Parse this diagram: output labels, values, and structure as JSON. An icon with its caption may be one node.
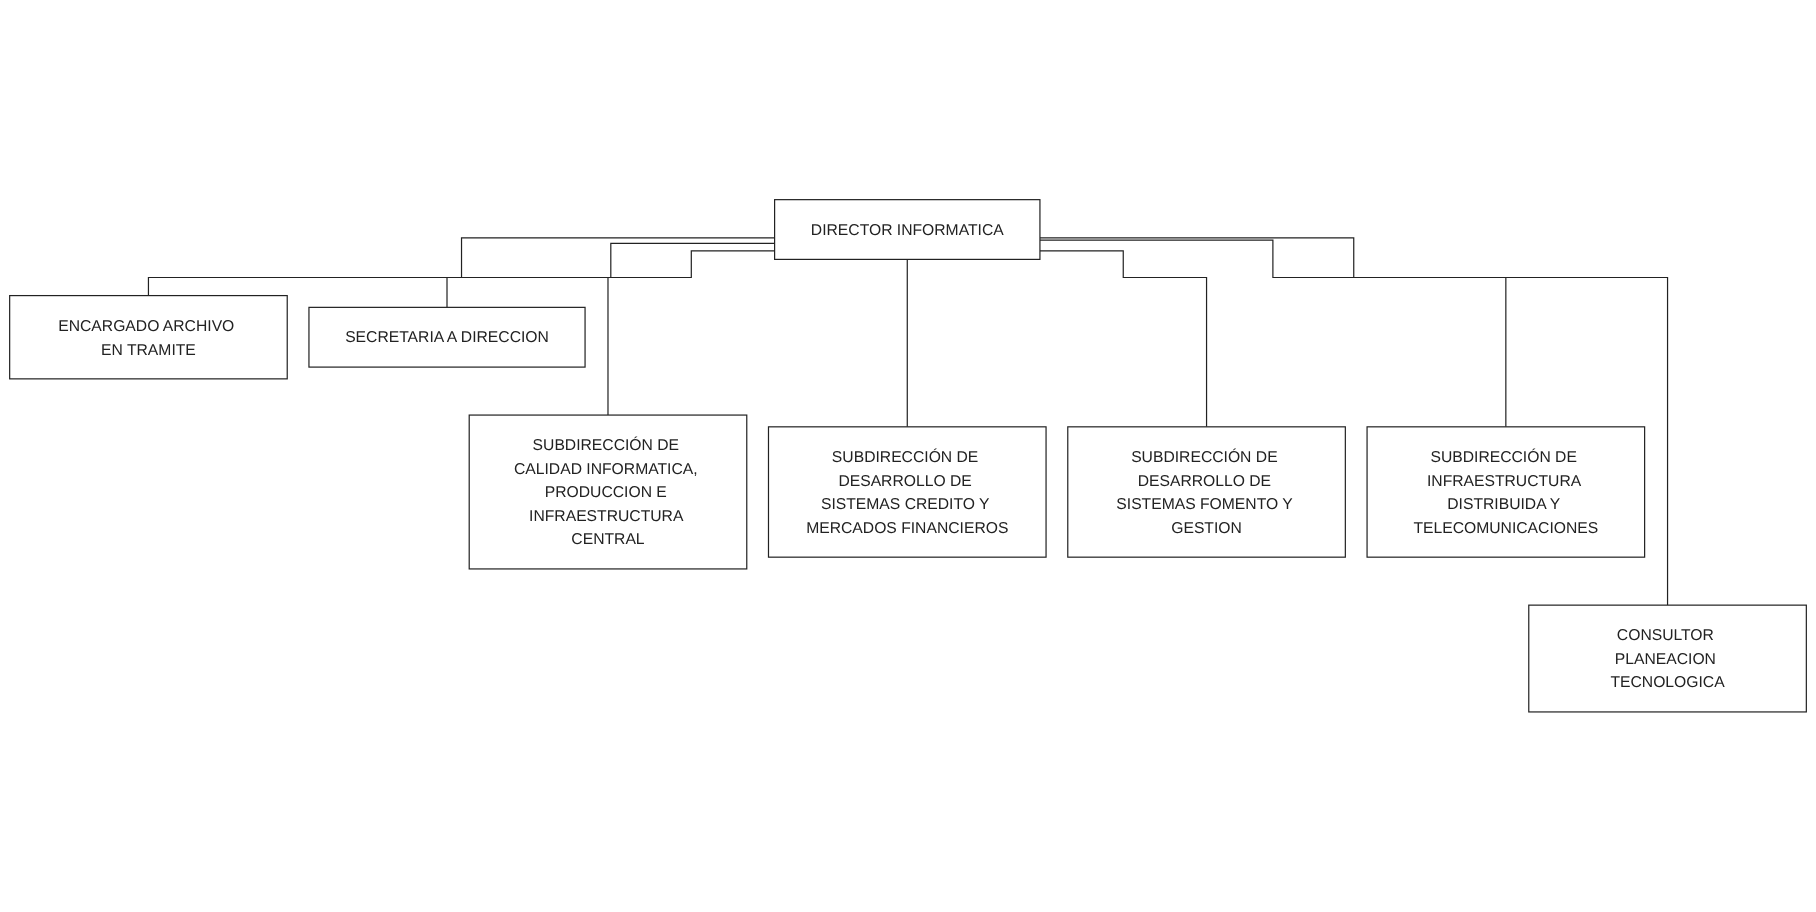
{
  "diagram": {
    "nodes": [
      {
        "text": [
          "DIRECTOR INFORMATICA"
        ]
      },
      {
        "text": [
          "ENCARGADO ARCHIVO EN TRAMITE"
        ]
      },
      {
        "text": [
          "SECRETARIA A DIRECCION"
        ]
      },
      {
        "text": [
          "SUBDIRECCIÓN DE CALIDAD INFORMATICA, PRODUCCION E INFRAESTRUCTURA CENTRAL"
        ]
      },
      {
        "text": [
          "SUBDIRECCIÓN DE DESARROLLO DE SISTEMAS CREDITO Y MERCADOS FINANCIEROS"
        ]
      },
      {
        "text": [
          "SUBDIRECCIÓN DE DESARROLLO DE SISTEMAS FOMENTO Y GESTION"
        ]
      },
      {
        "text": [
          "SUBDIRECCIÓN DE INFRAESTRUCTURA DISTRIBUIDA Y TELECOMUNICACIONES"
        ]
      },
      {
        "text": [
          "CONSULTOR PLANEACION TECNOLOGICA"
        ]
      }
    ],
    "edges": [
      {
        "from": 0,
        "to": 1,
        "arrow": "none"
      },
      {
        "from": 0,
        "to": 2,
        "arrow": "none"
      },
      {
        "from": 0,
        "to": 3,
        "arrow": "none"
      },
      {
        "from": 0,
        "to": 4,
        "arrow": "none"
      },
      {
        "from": 0,
        "to": 5,
        "arrow": "none"
      },
      {
        "from": 0,
        "to": 6,
        "arrow": "none"
      },
      {
        "from": 0,
        "to": 7,
        "arrow": "none"
      }
    ]
  }
}
